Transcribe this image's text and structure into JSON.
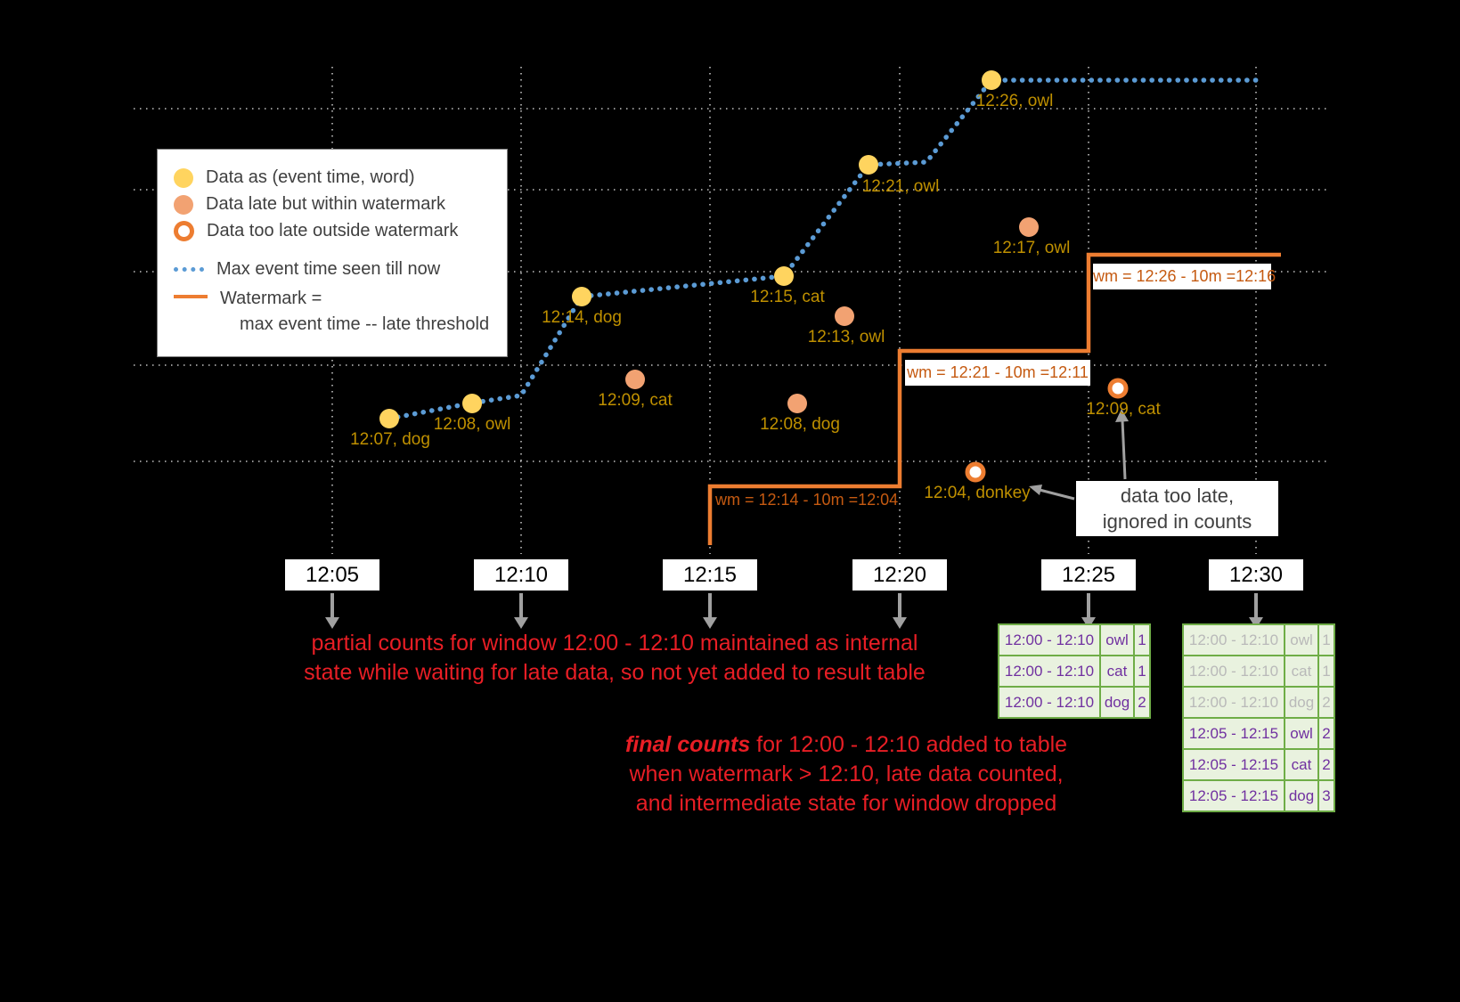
{
  "colors": {
    "on-time": "#ffd45f",
    "late": "#f2a272",
    "too-late-ring": "#ed7d31",
    "max-event-line": "#5b9bd5",
    "watermark-line": "#ed7d31",
    "point-label": "#bf9000",
    "wm-label": "#c55a11",
    "red-note": "#e81e25",
    "table-border": "#6fad47",
    "table-bg": "#e9f2df",
    "table-text": "#7030a0",
    "table-old-text": "#b9b9b9",
    "grid": "#d9d9d9",
    "arrow-gray": "#a0a0a0",
    "legend-text": "#3f3f3f"
  },
  "legend": {
    "items": [
      "Data as (event time, word)",
      "Data late but within watermark",
      "Data too late outside watermark",
      "Max event time seen till now"
    ],
    "watermark_line1": "Watermark =",
    "watermark_line2": "max event time -- late threshold"
  },
  "axis_ticks": [
    "12:05",
    "12:10",
    "12:15",
    "12:20",
    "12:25",
    "12:30"
  ],
  "points": {
    "on_time": [
      {
        "label": "12:07, dog"
      },
      {
        "label": "12:08, owl"
      },
      {
        "label": "12:14, dog"
      },
      {
        "label": "12:15, cat"
      },
      {
        "label": "12:21, owl"
      },
      {
        "label": "12:26, owl"
      }
    ],
    "late": [
      {
        "label": "12:09, cat"
      },
      {
        "label": "12:08, dog"
      },
      {
        "label": "12:13, owl"
      },
      {
        "label": "12:17, owl"
      }
    ],
    "too_late": [
      {
        "label": "12:04, donkey"
      },
      {
        "label": "12:09, cat"
      }
    ]
  },
  "watermarks": [
    "wm = 12:14 - 10m =12:04",
    "wm = 12:21 - 10m =12:11",
    "wm = 12:26 - 10m =12:16"
  ],
  "notes": {
    "partial_line1": "partial counts for window 12:00 - 12:10 maintained as internal",
    "partial_line2": "state while waiting for late data, so not yet added to result table",
    "final_emphasis": "final counts",
    "final_line1_rest": " for 12:00 - 12:10 added to table",
    "final_line2": "when watermark > 12:10, late data counted,",
    "final_line3": "and intermediate state for window dropped",
    "too_late_line1": "data too late,",
    "too_late_line2": "ignored in counts"
  },
  "result_tables": {
    "after_12_25": {
      "rows": [
        {
          "window": "12:00 - 12:10",
          "word": "owl",
          "count": "1"
        },
        {
          "window": "12:00 - 12:10",
          "word": "cat",
          "count": "1"
        },
        {
          "window": "12:00 - 12:10",
          "word": "dog",
          "count": "2"
        }
      ]
    },
    "after_12_30": {
      "rows": [
        {
          "window": "12:00 - 12:10",
          "word": "owl",
          "count": "1"
        },
        {
          "window": "12:00 - 12:10",
          "word": "cat",
          "count": "1"
        },
        {
          "window": "12:00 - 12:10",
          "word": "dog",
          "count": "2"
        },
        {
          "window": "12:05 - 12:15",
          "word": "owl",
          "count": "2"
        },
        {
          "window": "12:05 - 12:15",
          "word": "cat",
          "count": "2"
        },
        {
          "window": "12:05 - 12:15",
          "word": "dog",
          "count": "3"
        }
      ]
    }
  }
}
